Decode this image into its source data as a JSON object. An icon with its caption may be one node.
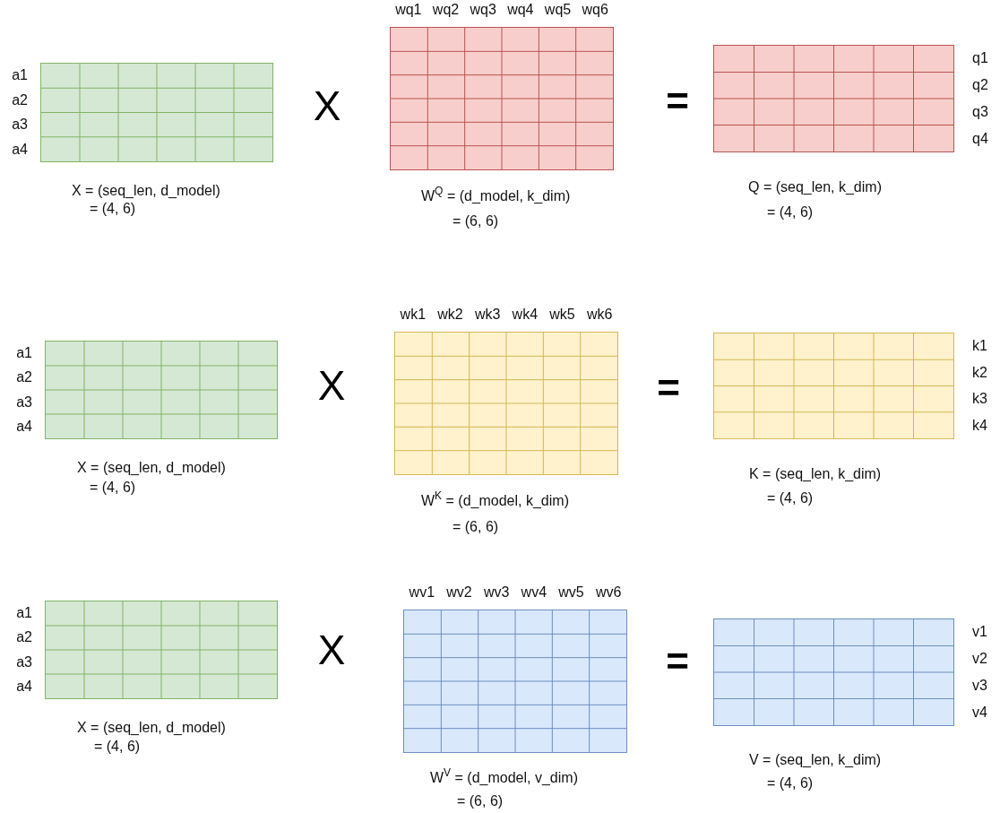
{
  "diagram": {
    "nodes": [
      {
        "text": [],
        "shape": "grid",
        "beside": [
          "a1",
          "a2",
          "a3",
          "a4",
          "X = (seq_len, d_model)",
          "= (4, 6)"
        ]
      },
      {
        "text": [],
        "shape": "grid",
        "beside": [
          "wq1",
          "wq2",
          "wq3",
          "wq4",
          "wq5",
          "wq6",
          "W$^{Q}$ = (d_model, k_dim)",
          "= (6, 6)"
        ]
      },
      {
        "text": [],
        "shape": "grid",
        "beside": [
          "q1",
          "q2",
          "q3",
          "q4",
          "Q = (seq_len, k_dim)",
          "= (4, 6)"
        ]
      },
      {
        "text": [],
        "shape": "grid",
        "beside": [
          "a1",
          "a2",
          "a3",
          "a4",
          "X = (seq_len, d_model)",
          "= (4, 6)"
        ]
      },
      {
        "text": [],
        "shape": "grid",
        "beside": [
          "wk1",
          "wk2",
          "wk3",
          "wk4",
          "wk5",
          "wk6",
          "W$^{K}$ = (d_model, k_dim)",
          "= (6, 6)"
        ]
      },
      {
        "text": [],
        "shape": "grid",
        "beside": [
          "k1",
          "k2",
          "k3",
          "k4",
          "K = (seq_len, k_dim)",
          "= (4, 6)"
        ]
      },
      {
        "text": [],
        "shape": "grid",
        "beside": [
          "a1",
          "a2",
          "a3",
          "a4",
          "X = (seq_len, d_model)",
          "= (4, 6)"
        ]
      },
      {
        "text": [],
        "shape": "grid",
        "beside": [
          "wv1",
          "wv2",
          "wv3",
          "wv4",
          "wv5",
          "wv6",
          "W$^{V}$ = (d_model, v_dim)",
          "= (6, 6)"
        ]
      },
      {
        "text": [],
        "shape": "grid",
        "beside": [
          "v1",
          "v2",
          "v3",
          "v4",
          "V = (seq_len, k_dim)",
          "= (4, 6)"
        ]
      }
    ],
    "labels": [
      "X",
      "=",
      "X",
      "=",
      "X",
      "="
    ]
  }
}
